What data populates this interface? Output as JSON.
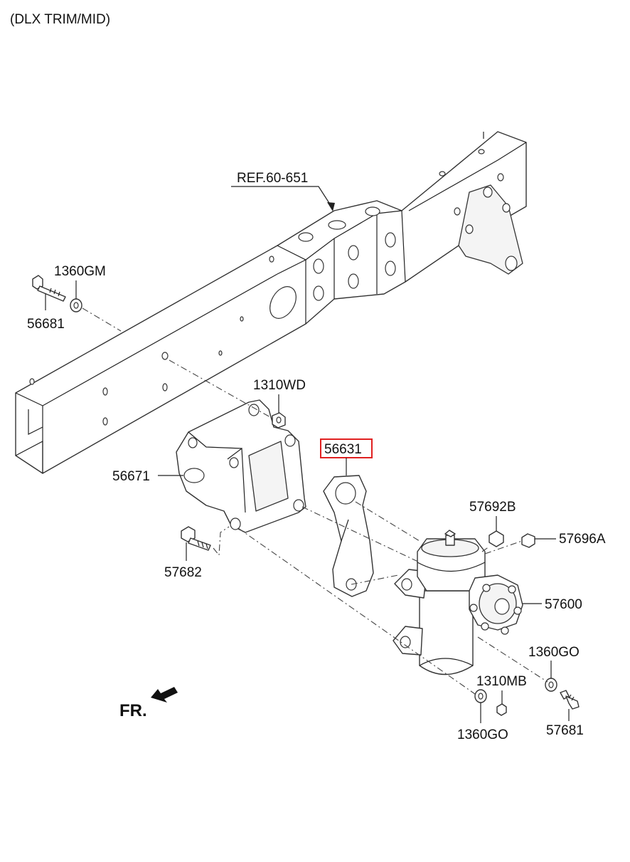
{
  "header": {
    "trim_note": "(DLX TRIM/MID)"
  },
  "colors": {
    "highlight": "#e02020",
    "line": "#222222"
  },
  "orientation": {
    "front_label": "FR."
  },
  "callouts": {
    "ref": "REF.60-651",
    "c1360GM": "1360GM",
    "c56681": "56681",
    "c1310WD": "1310WD",
    "c56671": "56671",
    "c56631": "56631",
    "c57692B": "57692B",
    "c57696A": "57696A",
    "c57600": "57600",
    "c57682": "57682",
    "c1360GO_right": "1360GO",
    "c1310MB": "1310MB",
    "c1360GO_bottom": "1360GO",
    "c57681": "57681"
  },
  "highlighted_part": "56631"
}
